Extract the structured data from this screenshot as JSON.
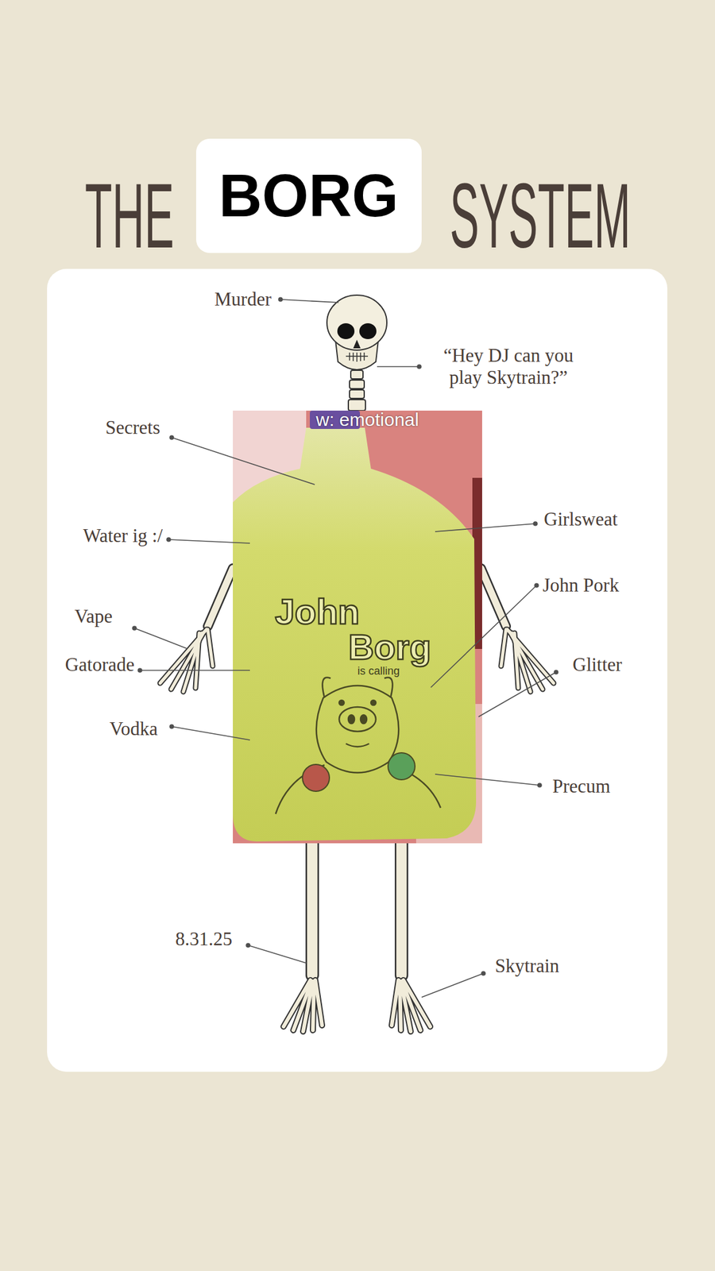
{
  "diagram": {
    "nodes": [
      {
        "text": [
          "BORG"
        ]
      }
    ],
    "labels": [
      "THE",
      "SYSTEM",
      "Murder",
      "“Hey DJ can you play Skytrain?”",
      "Secrets",
      "Water ig :/",
      "Girlsweat",
      "John Pork",
      "Vape",
      "Gatorade",
      "Glitter",
      "Vodka",
      "Precum",
      "8.31.25",
      "Skytrain",
      "w: emotional",
      "John Borg",
      "is calling"
    ]
  }
}
